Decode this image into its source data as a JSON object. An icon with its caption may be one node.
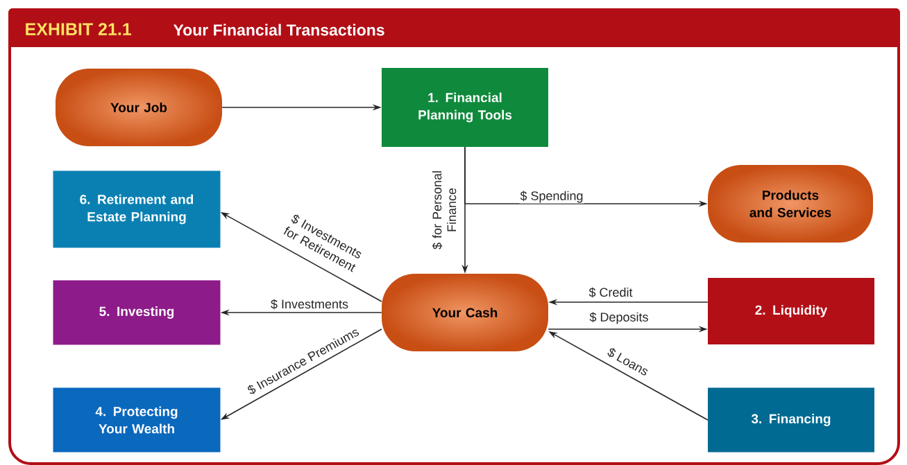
{
  "diagram": {
    "title": "Your Financial Transactions",
    "nodes": [
      {
        "text": [
          "Your Job"
        ]
      },
      {
        "text": [
          "1. Financial Planning Tools"
        ]
      },
      {
        "text": [
          "Products and Services"
        ]
      },
      {
        "text": [
          "6. Retirement and Estate Planning"
        ]
      },
      {
        "text": [
          "5. Investing"
        ]
      },
      {
        "text": [
          "Your Cash"
        ]
      },
      {
        "text": [
          "2. Liquidity"
        ]
      },
      {
        "text": [
          "4. Protecting Your Wealth"
        ]
      },
      {
        "text": [
          "3. Financing"
        ]
      }
    ],
    "edges": [
      {
        "from": 0,
        "to": 1,
        "arrow": "to"
      },
      {
        "from": 1,
        "to": 5,
        "arrow": "to",
        "label": "$ for Personal Finance"
      },
      {
        "from": 1,
        "to": 2,
        "arrow": "to",
        "label": "$ Spending"
      },
      {
        "from": 5,
        "to": 3,
        "arrow": "to",
        "label": "$ Investments for Retirement"
      },
      {
        "from": 5,
        "to": 4,
        "arrow": "to",
        "label": "$ Investments"
      },
      {
        "from": 5,
        "to": 7,
        "arrow": "to",
        "label": "$ Insurance Premiums"
      },
      {
        "from": 6,
        "to": 5,
        "arrow": "to",
        "label": "$ Credit"
      },
      {
        "from": 5,
        "to": 6,
        "arrow": "to",
        "label": "$ Deposits"
      },
      {
        "from": 8,
        "to": 5,
        "arrow": "to",
        "label": "$ Loans"
      }
    ],
    "labels": [
      "EXHIBIT 21.1"
    ]
  }
}
